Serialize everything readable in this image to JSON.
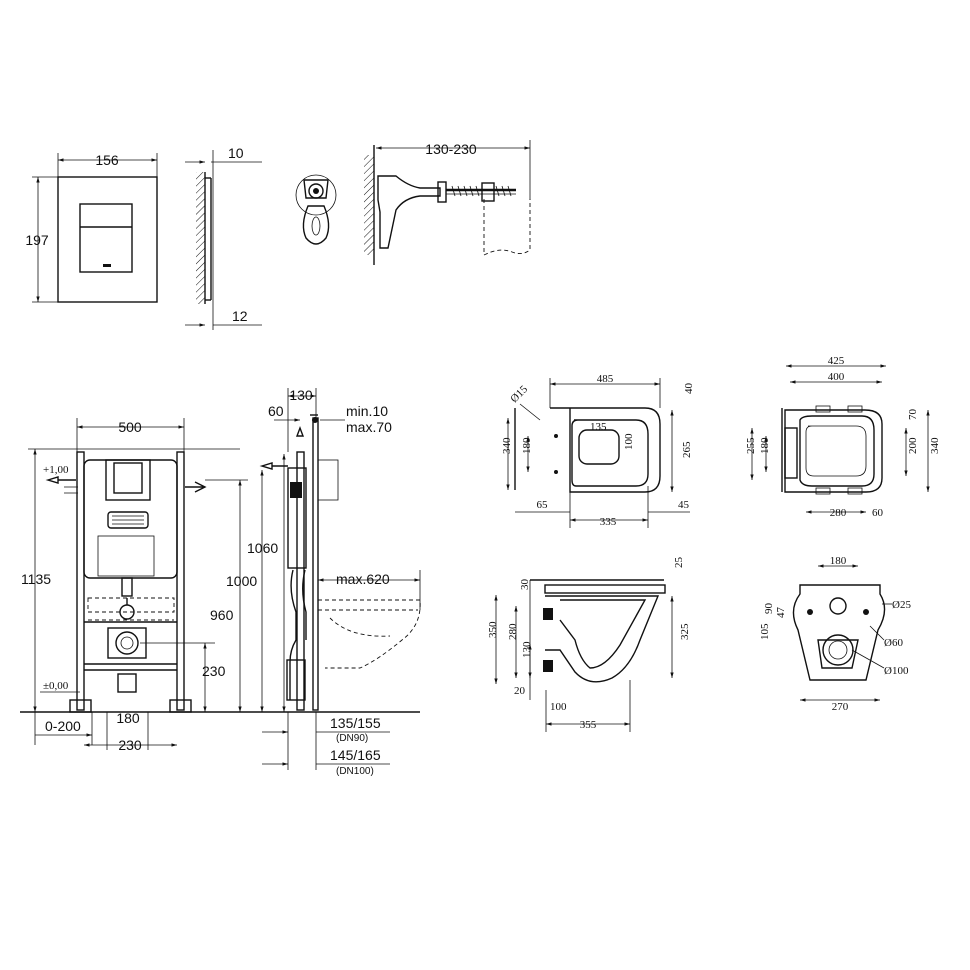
{
  "flush_plate": {
    "width": "156",
    "height": "197"
  },
  "plate_profile": {
    "top_thickness": "10",
    "bottom_thickness": "12"
  },
  "fixing_bolt": {
    "range": "130-230"
  },
  "frame_front": {
    "width": "500",
    "height": "1135",
    "level_top": "+1,00",
    "level_bottom": "±0,00",
    "drain_centres": "180",
    "bottom_width": "230",
    "offset": "0-200",
    "drain_height": "230",
    "h960": "960",
    "h1000": "1000",
    "h1060": "1060"
  },
  "frame_side": {
    "depth": "130",
    "offset": "60",
    "min": "min.10",
    "max": "max.70",
    "projection": "max.620",
    "dn90_dim": "135/155",
    "dn90": "(DN90)",
    "dn100_dim": "145/165",
    "dn100": "(DN100)"
  },
  "bowl_top": {
    "length": "485",
    "top_offset": "40",
    "hole": "Ø15",
    "w340": "340",
    "w180": "180",
    "w135": "135",
    "w100": "100",
    "w265": "265",
    "d65": "65",
    "d335": "335",
    "d45": "45"
  },
  "seat_top": {
    "w425": "425",
    "w400": "400",
    "d70": "70",
    "h255": "255",
    "h180": "180",
    "h200": "200",
    "h340": "340",
    "d280": "280",
    "d60": "60"
  },
  "bowl_side": {
    "d25": "25",
    "d30": "30",
    "h350": "350",
    "h280": "280",
    "h130": "130",
    "h325": "325",
    "d20": "20",
    "d100": "100",
    "d355": "355"
  },
  "bowl_rear": {
    "w180": "180",
    "d90": "90",
    "d47": "47",
    "d105": "105",
    "dia25": "Ø25",
    "dia60": "Ø60",
    "dia100": "Ø100",
    "w270": "270"
  }
}
